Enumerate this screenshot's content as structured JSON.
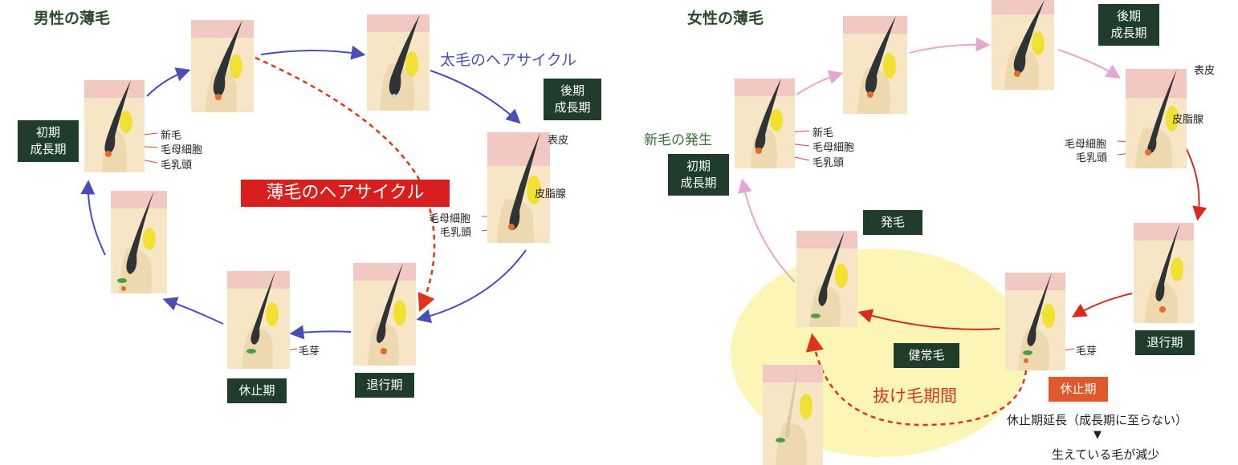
{
  "male": {
    "title": "男性の薄毛",
    "cycle_label": "太毛のヘアサイクル",
    "thin_label": "薄毛のヘアサイクル",
    "stages": {
      "early": "初期\n成長期",
      "late": "後期\n成長期",
      "regression": "退行期",
      "rest": "休止期"
    },
    "labels": {
      "new_hair": "新毛",
      "matrix": "毛母細胞",
      "papilla": "毛乳頭",
      "epidermis": "表皮",
      "sebaceous": "皮脂腺",
      "matrix2": "毛母細胞",
      "papilla2": "毛乳頭",
      "bud": "毛芽"
    }
  },
  "female": {
    "title": "女性の薄毛",
    "new_hair_label": "新毛の発生",
    "stages": {
      "early": "初期\n成長期",
      "late": "後期\n成長期",
      "regression": "退行期",
      "rest": "休止期",
      "growth": "発毛",
      "healthy": "健常毛"
    },
    "labels": {
      "new_hair": "新毛",
      "matrix": "毛母細胞",
      "papilla": "毛乳頭",
      "epidermis": "表皮",
      "sebaceous": "皮脂腺",
      "matrix2": "毛母細胞",
      "papilla2": "毛乳頭",
      "bud": "毛芽"
    },
    "shedding_label": "抜け毛期間",
    "note_line1": "休止期延長（成長期に至らない）",
    "note_arrow": "▼",
    "note_line2": "生えている毛が減少"
  },
  "colors": {
    "skin": "#f6e6c6",
    "skin_top": "#f2c9c2",
    "hair": "#2e3436",
    "gland": "#f2e033",
    "blue_arrow": "#4a4fb5",
    "red_dash": "#e0331c",
    "pink_arrow": "#e7a6cf",
    "red_arrow": "#d92a1e",
    "ellipse": "#fcf6b6"
  }
}
